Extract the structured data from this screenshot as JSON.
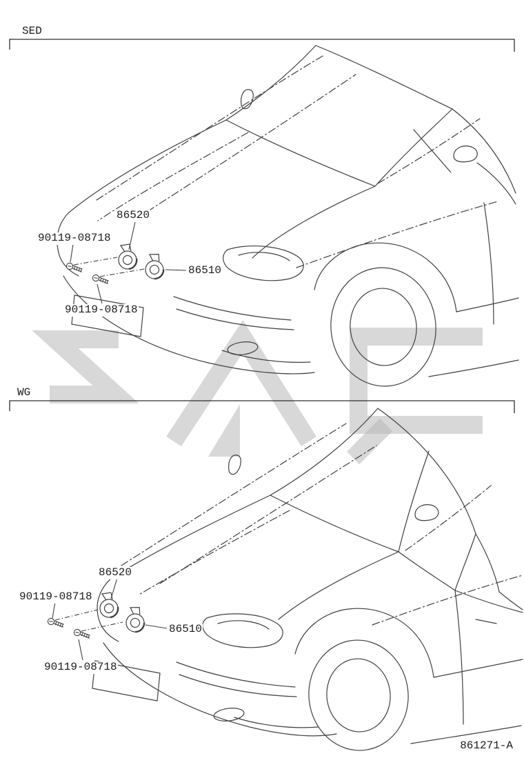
{
  "page": {
    "doc_number": "861271-A"
  },
  "sections": {
    "sed": {
      "label": "SED",
      "parts": {
        "horn_high": "86520",
        "bolt_upper": "90119-08718",
        "horn_low": "86510",
        "bolt_lower": "90119-08718"
      }
    },
    "wg": {
      "label": "WG",
      "parts": {
        "horn_high": "86520",
        "bolt_upper": "90119-08718",
        "horn_low": "86510",
        "bolt_lower": "90119-08718"
      }
    }
  },
  "icons": {
    "horn": "horn-spiral-icon",
    "bolt": "screw-bolt-icon"
  },
  "colors": {
    "line": "#3f3f3f",
    "rule": "#2d2d2d",
    "watermark": "#b8b8b8",
    "text": "#1b1b1b",
    "background": "#ffffff"
  }
}
